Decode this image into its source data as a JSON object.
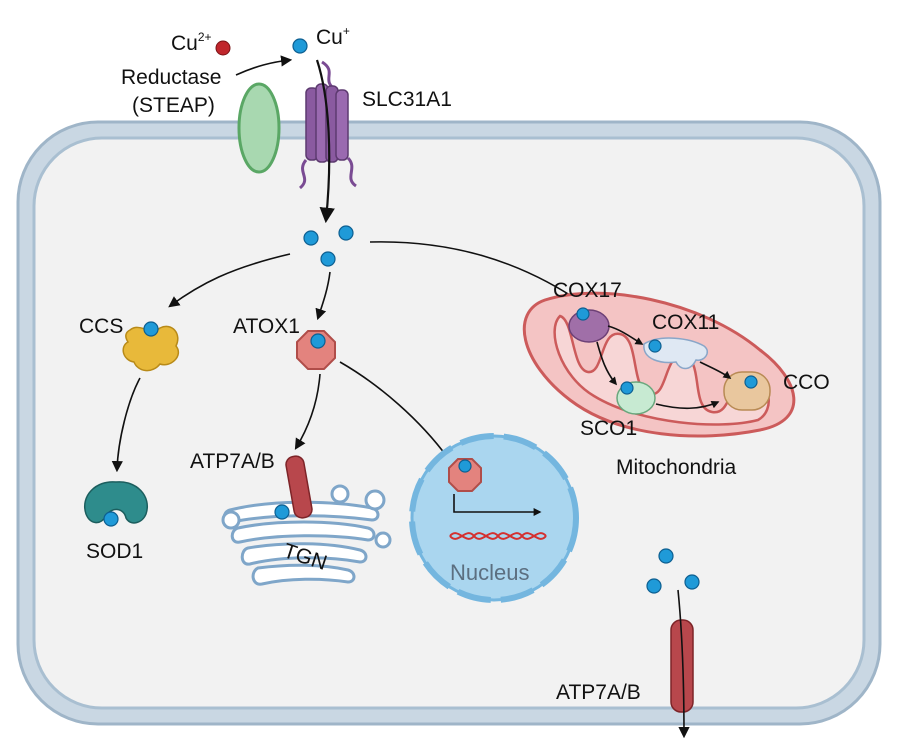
{
  "labels": {
    "cu2": "Cu",
    "cu2_charge": "2+",
    "cu1": "Cu",
    "cu1_charge": "+",
    "reductase": "Reductase",
    "steap": "(STEAP)",
    "slc31a1": "SLC31A1",
    "ccs": "CCS",
    "atox1": "ATOX1",
    "cox17": "COX17",
    "cox11": "COX11",
    "cco": "CCO",
    "sco1": "SCO1",
    "mitochondria": "Mitochondria",
    "atp7ab_tgn": "ATP7A/B",
    "tgn": "TGN",
    "nucleus": "Nucleus",
    "sod1": "SOD1",
    "atp7ab_membrane": "ATP7A/B"
  },
  "colors": {
    "cell_membrane": "#a9bfd1",
    "cytoplasm": "#f2f2f2",
    "copper_ion": "#1f9ad8",
    "cupric_ion": "#c0262c",
    "reductase": "#a8d8b0",
    "slc31a1": "#8a5aa0",
    "ccs": "#e8b93a",
    "atox1": "#e3837e",
    "sod1": "#2e8c8c",
    "atp7ab": "#b8474c",
    "nucleus": "#aad6ef",
    "mitochondria": "#f4c4c4",
    "dna": "#d4302f"
  }
}
